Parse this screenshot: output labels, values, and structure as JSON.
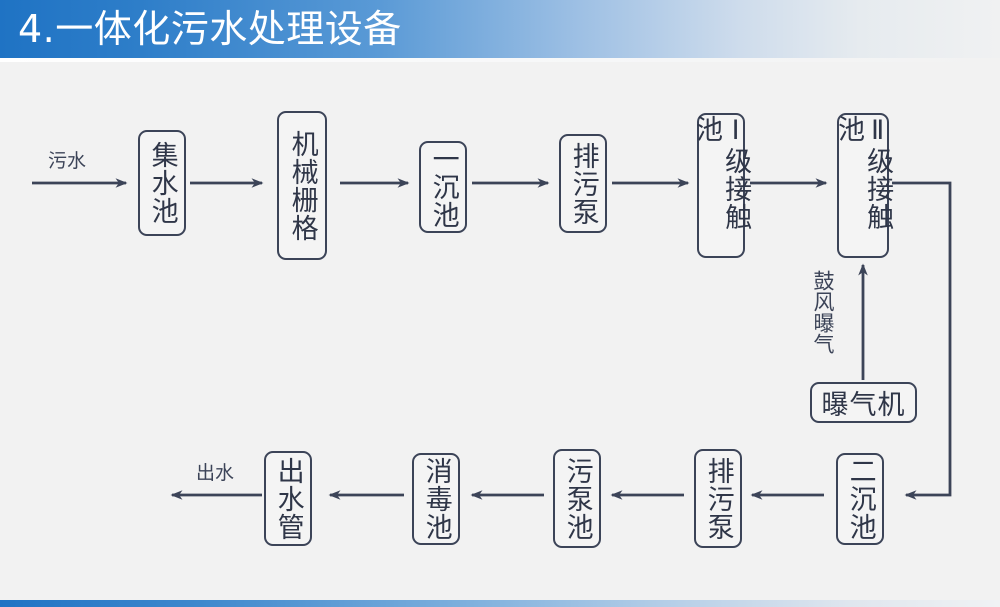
{
  "header": {
    "title": "4.一体化污水处理设备",
    "accent_color": "#1f73c4",
    "gradient_end_color": "#f0f1f2"
  },
  "footer": {
    "accent_color": "#1f73c4"
  },
  "theme": {
    "page_background": "#f2f2f2",
    "node_stroke": "#3c4458",
    "node_fill": "#f4f4f4",
    "text_color": "#2f3648",
    "connector_color": "#3c4458"
  },
  "diagram": {
    "type": "flowchart",
    "title": "一体化污水处理设备",
    "nodes": [
      {
        "id": "jishuichi",
        "label": "集水池",
        "orientation": "vertical",
        "row": 1
      },
      {
        "id": "jixieshange",
        "label": "机械栅格",
        "orientation": "vertical",
        "row": 1
      },
      {
        "id": "yichenchi",
        "label": "一沉池",
        "orientation": "vertical",
        "row": 1
      },
      {
        "id": "paiwubeng1",
        "label": "排污泵",
        "orientation": "vertical",
        "row": 1
      },
      {
        "id": "jiechuchi1",
        "label": "Ⅰ级接触池",
        "orientation": "vertical",
        "row": 1
      },
      {
        "id": "jiechuchi2",
        "label": "Ⅱ级接触池",
        "orientation": "vertical",
        "row": 1
      },
      {
        "id": "baoqiji",
        "label": "曝气机",
        "orientation": "horizontal",
        "row": 1.5
      },
      {
        "id": "erchenchi",
        "label": "二沉池",
        "orientation": "vertical",
        "row": 2
      },
      {
        "id": "paiwubeng2",
        "label": "排污泵",
        "orientation": "vertical",
        "row": 2
      },
      {
        "id": "wubengchi",
        "label": "污泵池",
        "orientation": "vertical",
        "row": 2
      },
      {
        "id": "xiaoduchi",
        "label": "消毒池",
        "orientation": "vertical",
        "row": 2
      },
      {
        "id": "chushuiguan",
        "label": "出水管",
        "orientation": "vertical",
        "row": 2
      }
    ],
    "labels": {
      "inflow": "污水",
      "outflow": "出水",
      "aeration": "鼓风曝气"
    },
    "edges": [
      {
        "from": "inflow",
        "to": "jishuichi",
        "style": "arrow-right"
      },
      {
        "from": "jishuichi",
        "to": "jixieshange",
        "style": "arrow-right"
      },
      {
        "from": "jixieshange",
        "to": "yichenchi",
        "style": "arrow-right"
      },
      {
        "from": "yichenchi",
        "to": "paiwubeng1",
        "style": "arrow-right"
      },
      {
        "from": "paiwubeng1",
        "to": "jiechuchi1",
        "style": "arrow-right"
      },
      {
        "from": "jiechuchi1",
        "to": "jiechuchi2",
        "style": "arrow-right"
      },
      {
        "from": "baoqiji",
        "to": "jiechuchi2",
        "style": "arrow-up",
        "label": "鼓风曝气"
      },
      {
        "from": "jiechuchi2",
        "to": "erchenchi",
        "style": "elbow-down-left-arrow"
      },
      {
        "from": "erchenchi",
        "to": "paiwubeng2",
        "style": "arrow-left"
      },
      {
        "from": "paiwubeng2",
        "to": "wubengchi",
        "style": "arrow-left"
      },
      {
        "from": "wubengchi",
        "to": "xiaoduchi",
        "style": "arrow-left"
      },
      {
        "from": "xiaoduchi",
        "to": "chushuiguan",
        "style": "arrow-left"
      },
      {
        "from": "chushuiguan",
        "to": "outflow",
        "style": "arrow-left"
      }
    ]
  }
}
